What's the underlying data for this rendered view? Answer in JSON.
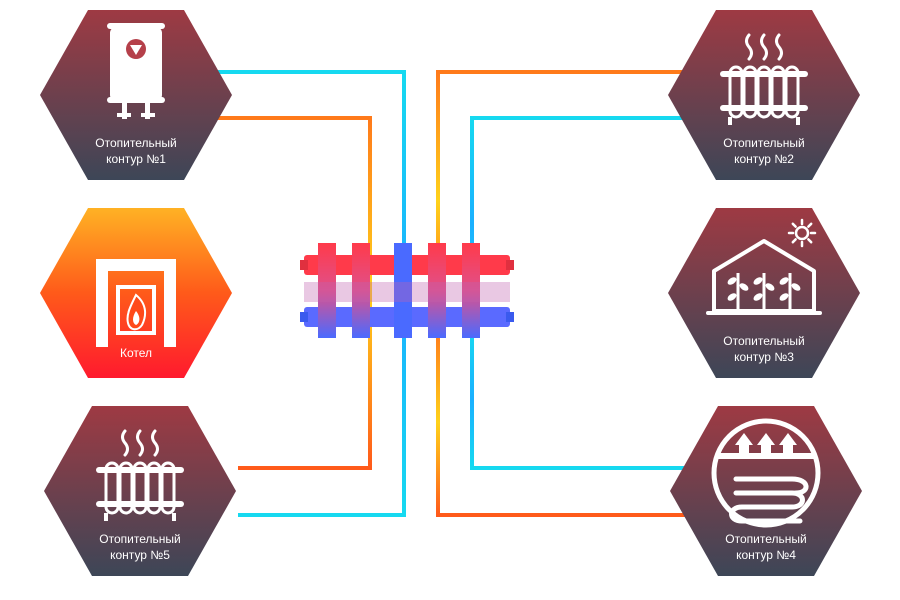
{
  "diagram": {
    "nodes": [
      {
        "id": "circuit-1",
        "icon": "water-heater-icon",
        "label_lines": [
          "Отопительный",
          "контур  №1"
        ],
        "style": "dark"
      },
      {
        "id": "circuit-2",
        "icon": "radiator-icon",
        "label_lines": [
          "Отопительный",
          "контур  №2"
        ],
        "style": "dark"
      },
      {
        "id": "boiler",
        "icon": "boiler-icon",
        "label_lines": [
          "Котел"
        ],
        "style": "hot"
      },
      {
        "id": "circuit-3",
        "icon": "greenhouse-icon",
        "label_lines": [
          "Отопительный",
          "контур  №3"
        ],
        "style": "dark"
      },
      {
        "id": "circuit-5",
        "icon": "radiator-icon",
        "label_lines": [
          "Отопительный",
          "контур  №5"
        ],
        "style": "dark"
      },
      {
        "id": "circuit-4",
        "icon": "underfloor-heating-icon",
        "label_lines": [
          "Отопительный",
          "контур  №4"
        ],
        "style": "dark"
      }
    ],
    "manifold": {
      "icon": "manifold-icon"
    },
    "colors": {
      "hex_dark_top": "#9e3a43",
      "hex_dark_bottom": "#3d4657",
      "hex_hot_top": "#ffb224",
      "hex_hot_mid": "#ff5a1a",
      "hex_hot_bottom": "#ff1a2e",
      "supply": "#ff3a1a",
      "return": "#1a3aff",
      "pipe_mid": "#ffd21a",
      "pipe_cool": "#16d9f0",
      "manifold_hot": "#ff3a4a",
      "manifold_cold": "#4a6aff"
    }
  }
}
